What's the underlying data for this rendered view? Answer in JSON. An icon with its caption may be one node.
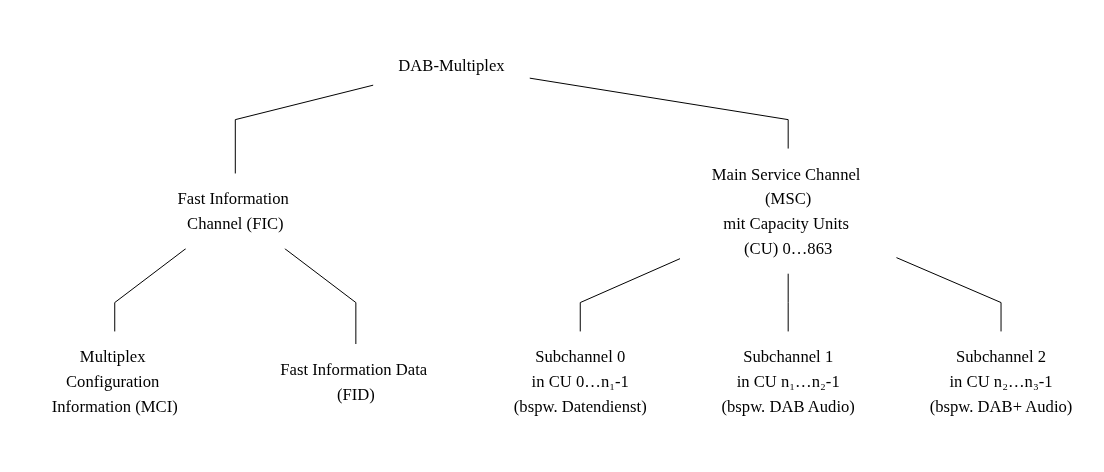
{
  "diagram": {
    "nodes": [
      {
        "text": [
          "DAB-Multiplex"
        ]
      },
      {
        "text": [
          "Fast Information Channel (FIC)"
        ]
      },
      {
        "text": [
          "Main Service Channel (MSC)",
          "mit Capacity Units (CU) 0…863"
        ]
      },
      {
        "text": [
          "Multiplex Configuration Information (MCI)"
        ]
      },
      {
        "text": [
          "Fast Information Data (FID)"
        ]
      },
      {
        "text": [
          "Subchannel 0",
          "in CU 0…n₁-1",
          "(bspw. Datendienst)"
        ]
      },
      {
        "text": [
          "Subchannel 1",
          "in CU n₁…n₂-1",
          "(bspw. DAB Audio)"
        ]
      },
      {
        "text": [
          "Subchannel 2",
          "in CU n₂…n₃-1",
          "(bspw. DAB+ Audio)"
        ]
      }
    ],
    "edges": [
      {
        "from": 0,
        "to": 1,
        "arrow": "none"
      },
      {
        "from": 0,
        "to": 2,
        "arrow": "none"
      },
      {
        "from": 1,
        "to": 3,
        "arrow": "none"
      },
      {
        "from": 1,
        "to": 4,
        "arrow": "none"
      },
      {
        "from": 2,
        "to": 5,
        "arrow": "none"
      },
      {
        "from": 2,
        "to": 6,
        "arrow": "none"
      },
      {
        "from": 2,
        "to": 7,
        "arrow": "none"
      }
    ]
  }
}
